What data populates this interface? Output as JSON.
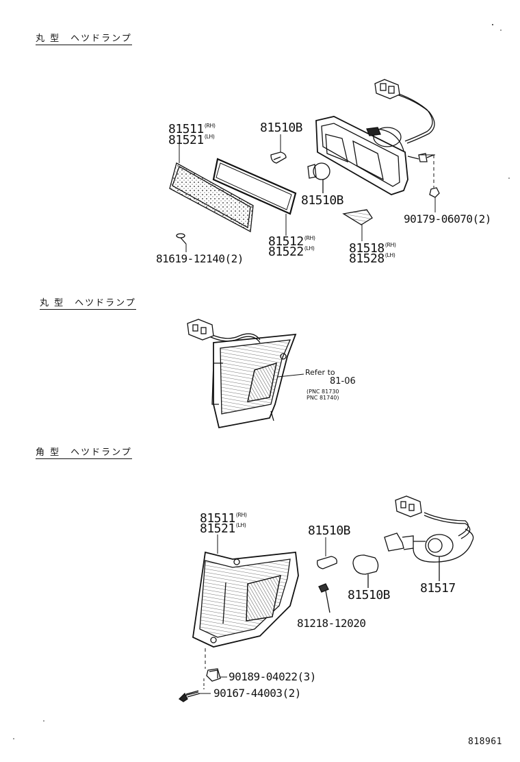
{
  "sections": [
    {
      "heading": "丸 型　ヘツドランプ",
      "parts": {
        "lens_rh": "81511",
        "lens_rh_suffix": "(RH)",
        "lens_lh": "81521",
        "lens_lh_suffix": "(LH)",
        "bulb_small_top": "81510B",
        "bulb_large": "81510B",
        "gasket_rh": "81512",
        "gasket_rh_suffix": "(RH)",
        "gasket_lh": "81522",
        "gasket_lh_suffix": "(LH)",
        "bracket_rh": "81518",
        "bracket_rh_suffix": "(RH)",
        "bracket_lh": "81528",
        "bracket_lh_suffix": "(LH)",
        "screw": "81619-12140(2)",
        "nut": "90179-06070(2)"
      }
    },
    {
      "heading": "丸 型　ヘツドランプ",
      "refer_to": "Refer to",
      "refer_page": "81-06",
      "refer_pnc_1": "(PNC 81730",
      "refer_pnc_2": " PNC 81740)"
    },
    {
      "heading": "角 型　ヘツドランプ",
      "parts": {
        "lens_rh": "81511",
        "lens_rh_suffix": "(RH)",
        "lens_lh": "81521",
        "lens_lh_suffix": "(LH)",
        "bulb_small": "81510B",
        "bulb_large": "81510B",
        "socket": "81517",
        "screw_small": "81218-12020",
        "clip": "90189-04022(3)",
        "screw": "90167-44003(2)"
      }
    }
  ],
  "diagram_code": "818961"
}
